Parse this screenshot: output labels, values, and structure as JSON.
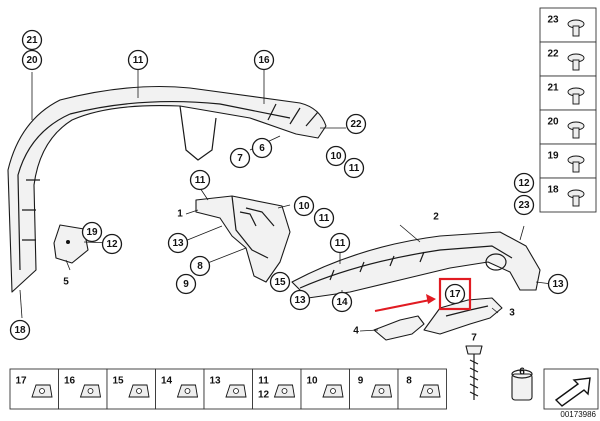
{
  "diagram_number": "00173986",
  "highlighted_part": "17",
  "callouts": [
    {
      "id": "21",
      "label": "21"
    },
    {
      "id": "20",
      "label": "20"
    },
    {
      "id": "11",
      "label": "11"
    },
    {
      "id": "16",
      "label": "16"
    },
    {
      "id": "22",
      "label": "22"
    },
    {
      "id": "6",
      "label": "6"
    },
    {
      "id": "7",
      "label": "7"
    },
    {
      "id": "10",
      "label": "10"
    },
    {
      "id": "11",
      "label": "11"
    },
    {
      "id": "11",
      "label": "11"
    },
    {
      "id": "10",
      "label": "10"
    },
    {
      "id": "11",
      "label": "11"
    },
    {
      "id": "19",
      "label": "19"
    },
    {
      "id": "12",
      "label": "12"
    },
    {
      "id": "13",
      "label": "13"
    },
    {
      "id": "8",
      "label": "8"
    },
    {
      "id": "9",
      "label": "9"
    },
    {
      "id": "15",
      "label": "15"
    },
    {
      "id": "13",
      "label": "13"
    },
    {
      "id": "14",
      "label": "14"
    },
    {
      "id": "11",
      "label": "11"
    },
    {
      "id": "12",
      "label": "12"
    },
    {
      "id": "23",
      "label": "23"
    },
    {
      "id": "13",
      "label": "13"
    },
    {
      "id": "18",
      "label": "18"
    },
    {
      "id": "7",
      "label": "7"
    },
    {
      "id": "6",
      "label": "6"
    }
  ],
  "plain_labels": [
    {
      "id": "1",
      "label": "1"
    },
    {
      "id": "2",
      "label": "2"
    },
    {
      "id": "3",
      "label": "3"
    },
    {
      "id": "4",
      "label": "4"
    },
    {
      "id": "5",
      "label": "5"
    }
  ],
  "right_column": [
    "23",
    "22",
    "21",
    "20",
    "19",
    "18"
  ],
  "bottom_row": [
    {
      "label": "17"
    },
    {
      "label": "16"
    },
    {
      "label": "15"
    },
    {
      "label": "14"
    },
    {
      "label": "13"
    },
    {
      "label": "11",
      "label2": "12"
    },
    {
      "label": "10"
    },
    {
      "label": "9"
    },
    {
      "label": "8"
    }
  ]
}
